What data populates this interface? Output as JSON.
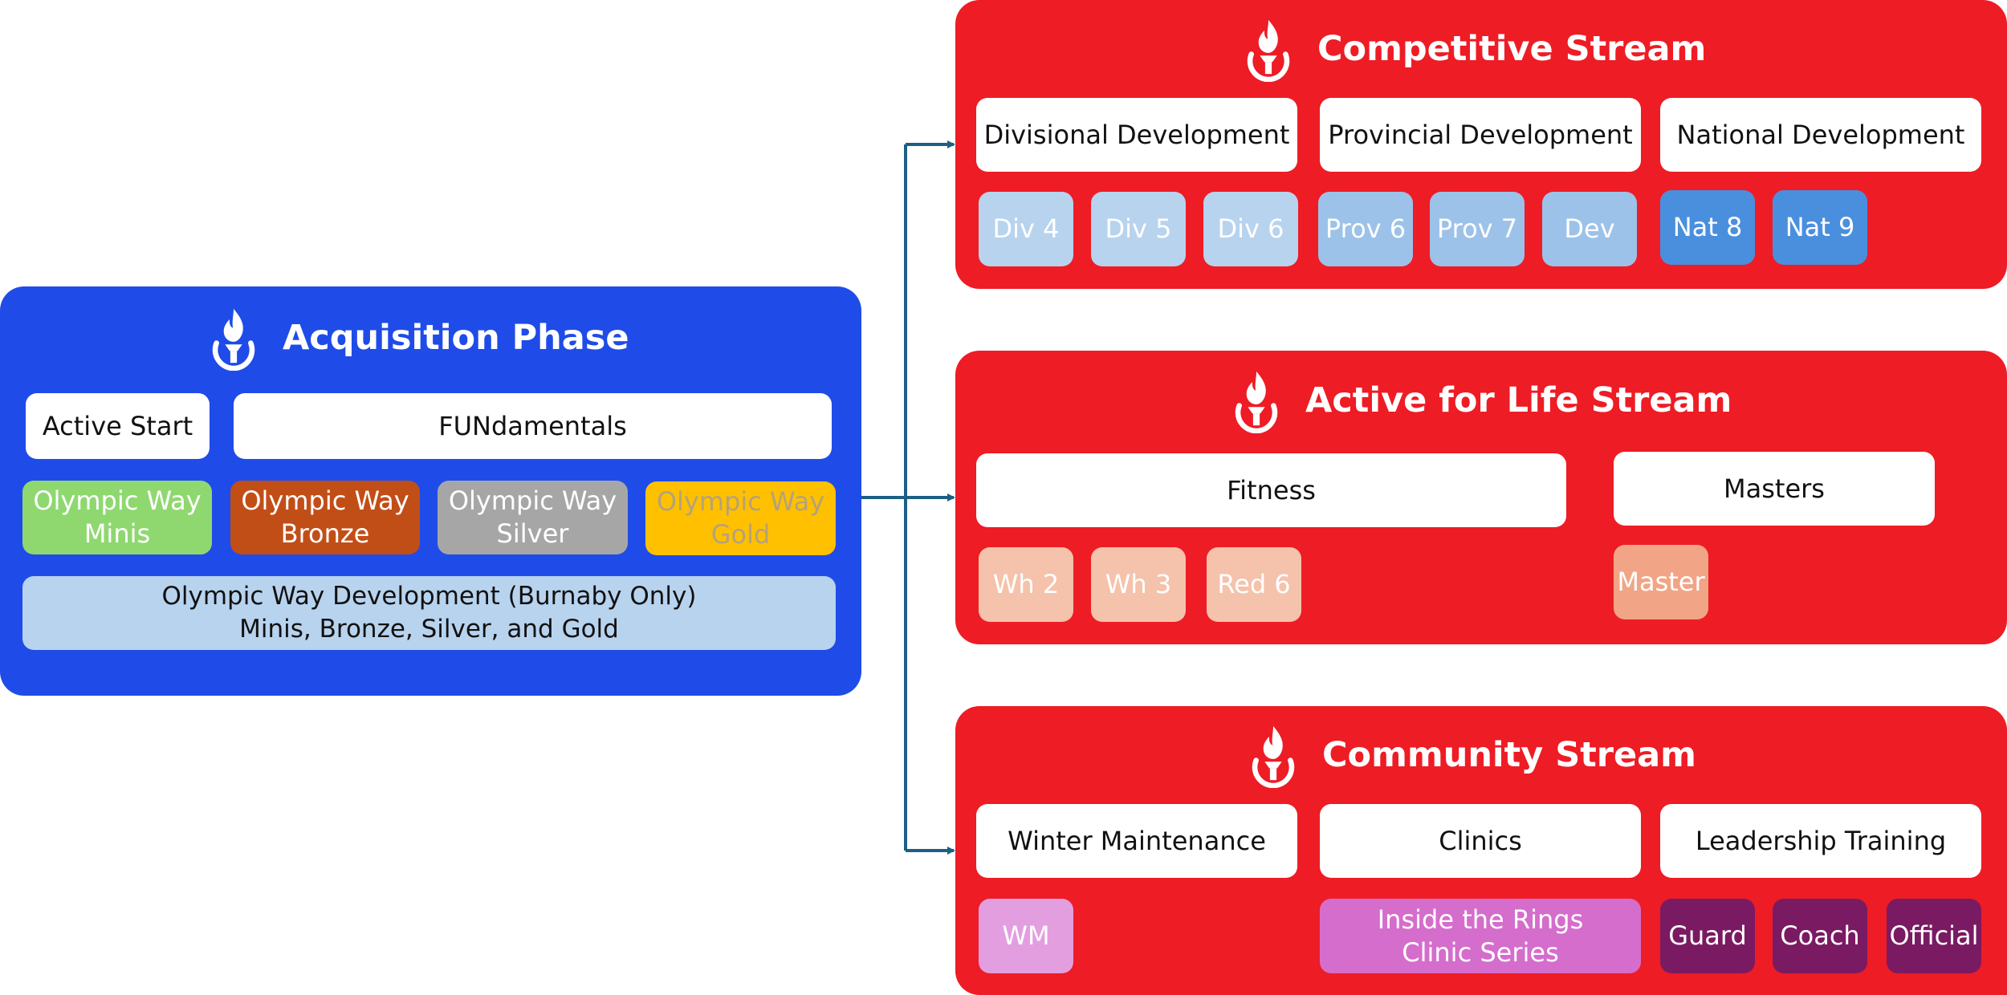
{
  "colors": {
    "acquisition_panel": "#1f4ce8",
    "stream_panel": "#ee1c25",
    "connector": "#1d5f85",
    "minis": "#8fd870",
    "bronze": "#c24e17",
    "silver": "#a6a6a6",
    "gold": "#ffc000",
    "gold_text": "#b5a27a",
    "division": "#b8d3ee",
    "provincial": "#9cc2e9",
    "national": "#4a8fde",
    "active_level": "#f5c2ab",
    "master": "#f1a586",
    "wm": "#e39ee0",
    "clinic": "#d56dcc",
    "leadership": "#7a1a62"
  },
  "icons": {
    "title_icon": "torch-icon"
  },
  "acquisition": {
    "title": "Acquisition Phase",
    "headers": {
      "active_start": "Active Start",
      "fundamentals": "FUNdamentals"
    },
    "levels": [
      {
        "label": "Olympic Way\nMinis"
      },
      {
        "label": "Olympic Way\nBronze"
      },
      {
        "label": "Olympic Way\nSilver"
      },
      {
        "label": "Olympic Way\nGold"
      }
    ],
    "development": "Olympic Way Development (Burnaby Only)\nMinis, Bronze, Silver, and Gold"
  },
  "competitive": {
    "title": "Competitive Stream",
    "headers": [
      "Divisional Development",
      "Provincial Development",
      "National Development"
    ],
    "levels": [
      "Div 4",
      "Div 5",
      "Div 6",
      "Prov 6",
      "Prov 7",
      "Dev",
      "Nat 8",
      "Nat 9"
    ]
  },
  "active_life": {
    "title": "Active for Life Stream",
    "headers": [
      "Fitness",
      "Masters"
    ],
    "levels": [
      "Wh 2",
      "Wh 3",
      "Red 6",
      "Master"
    ]
  },
  "community": {
    "title": "Community Stream",
    "headers": [
      "Winter Maintenance",
      "Clinics",
      "Leadership Training"
    ],
    "levels": [
      "WM",
      "Inside the Rings\nClinic Series",
      "Guard",
      "Coach",
      "Official"
    ]
  }
}
